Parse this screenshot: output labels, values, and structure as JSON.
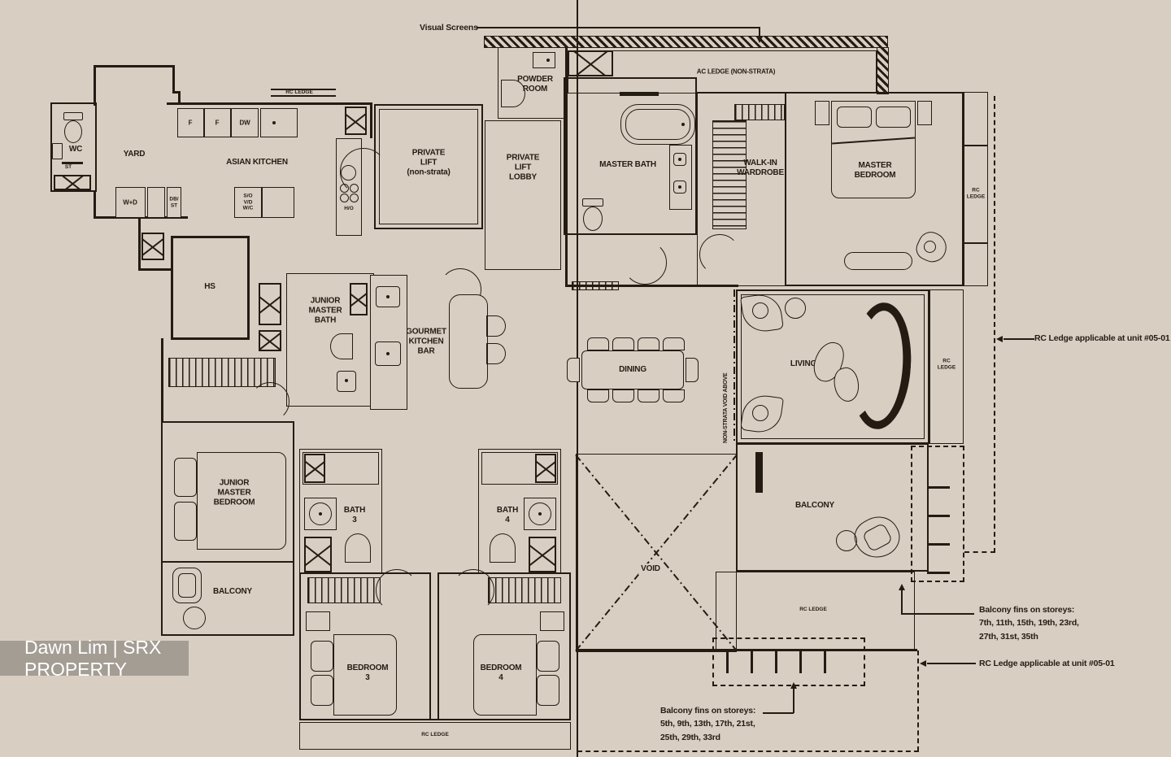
{
  "watermark": {
    "text": "Dawn Lim | SRX PROPERTY"
  },
  "colors": {
    "background": "#d9cec2",
    "line": "#241c13",
    "watermark_bg": "#a49d94",
    "watermark_text": "#ffffff"
  },
  "rooms": {
    "wc": "WC",
    "yard": "YARD",
    "asian_kitchen": "ASIAN KITCHEN",
    "powder_room": "POWDER\nROOM",
    "private_lift": "PRIVATE\nLIFT\n(non-strata)",
    "private_lift_lobby": "PRIVATE\nLIFT\nLOBBY",
    "master_bath": "MASTER BATH",
    "walk_in_wardrobe": "WALK-IN\nWARDROBE",
    "master_bedroom": "MASTER\nBEDROOM",
    "hs": "HS",
    "junior_master_bath": "JUNIOR\nMASTER\nBATH",
    "gourmet_kitchen_bar": "GOURMET\nKITCHEN\nBAR",
    "dining": "DINING",
    "living": "LIVING",
    "junior_master_bedroom": "JUNIOR\nMASTER\nBEDROOM",
    "balcony_left": "BALCONY",
    "bath_3": "BATH\n3",
    "bath_4": "BATH\n4",
    "void": "VOID",
    "bedroom_3": "BEDROOM\n3",
    "bedroom_4": "BEDROOM\n4",
    "balcony_right": "BALCONY"
  },
  "fixtures": {
    "f1": "F",
    "f2": "F",
    "dw": "DW",
    "wd": "W+D",
    "db_st": "DB/\nST",
    "so_vd_wc": "S/O\nV/D\nW/C",
    "ho": "H/O",
    "st": "ST"
  },
  "ledges": {
    "rc_top": "RC LEDGE",
    "rc_right_bedroom": "RC\nLEDGE",
    "rc_right_living": "RC\nLEDGE",
    "rc_balcony": "RC LEDGE",
    "rc_bottom": "RC LEDGE",
    "ac_ledge": "AC LEDGE (NON-STRATA)"
  },
  "annotations": {
    "visual_screens": "Visual Screens",
    "non_strata_void": "NON-STRATA VOID ABOVE",
    "rc_ledge_unit_right": "RC Ledge applicable at unit #05-01",
    "rc_ledge_unit_bottom": "RC Ledge applicable at unit #05-01",
    "balcony_fins_upper": "Balcony fins on storeys:\n7th, 11th, 15th, 19th, 23rd,\n27th, 31st, 35th",
    "balcony_fins_lower": "Balcony fins on storeys:\n5th, 9th, 13th, 17th, 21st,\n25th, 29th, 33rd"
  }
}
